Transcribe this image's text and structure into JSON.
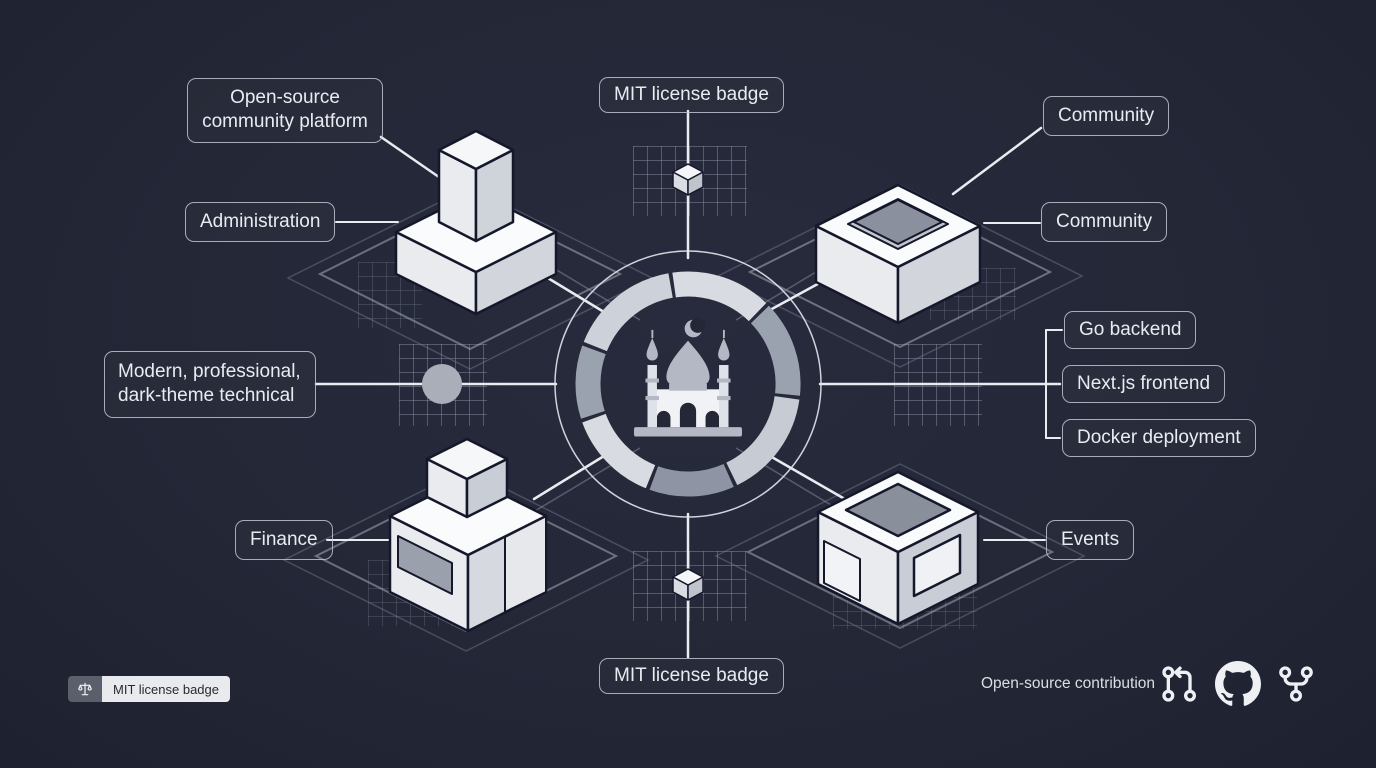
{
  "colors": {
    "background": "#232736",
    "connector_line": "#e9ebf0",
    "label_border": "#bec4d0",
    "label_text": "#e9ebf1",
    "ring_light": "#d8dbe1",
    "ring_dark": "#8e94a3",
    "badge_left_bg": "#5a5f6b",
    "badge_right_bg": "#e9eaed",
    "badge_text": "#272a33"
  },
  "center": {
    "icon": "mosque-icon"
  },
  "nodes": {
    "top_left": {
      "annotation": "Open-source community platform",
      "label": "Administration"
    },
    "top": {
      "label": "MIT license badge"
    },
    "top_right": {
      "annotation": "Community",
      "label": "Community"
    },
    "right": {
      "items": [
        "Go backend",
        "Next.js frontend",
        "Docker deployment"
      ]
    },
    "left": {
      "annotation": "Modern, professional, dark-theme technical"
    },
    "bottom_left": {
      "label": "Finance"
    },
    "bottom_right": {
      "label": "Events"
    },
    "bottom": {
      "label": "MIT license badge"
    }
  },
  "license_badge": {
    "icon": "scales-icon",
    "text": "MIT license badge"
  },
  "footer": {
    "label": "Open-source contribution",
    "icons": [
      "pull-request-icon",
      "github-icon",
      "git-fork-icon"
    ]
  }
}
